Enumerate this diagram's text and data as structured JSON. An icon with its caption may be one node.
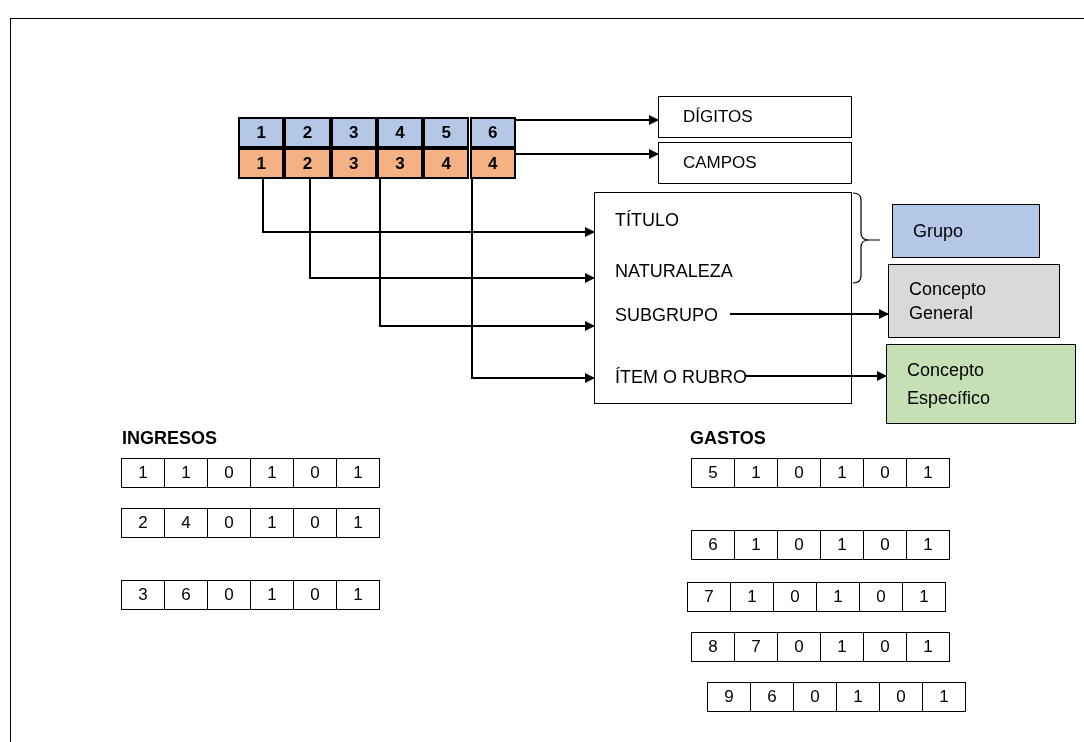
{
  "diagram": {
    "nodes": [
      {
        "text": [
          "1"
        ]
      },
      {
        "text": [
          "2"
        ]
      },
      {
        "text": [
          "3"
        ]
      },
      {
        "text": [
          "4"
        ]
      },
      {
        "text": [
          "5"
        ]
      },
      {
        "text": [
          "6"
        ]
      },
      {
        "text": [
          "1"
        ]
      },
      {
        "text": [
          "2"
        ]
      },
      {
        "text": [
          "3"
        ]
      },
      {
        "text": [
          "3"
        ]
      },
      {
        "text": [
          "4"
        ]
      },
      {
        "text": [
          "4"
        ]
      },
      {
        "text": [
          "DÍGITOS"
        ]
      },
      {
        "text": [
          "CAMPOS"
        ]
      },
      {
        "text": [],
        "shape": "box"
      },
      {
        "text": [
          "TÍTULO"
        ],
        "in": 14
      },
      {
        "text": [
          "NATURALEZA"
        ],
        "in": 14
      },
      {
        "text": [
          "SUBGRUPO"
        ],
        "in": 14
      },
      {
        "text": [
          "ÍTEM O RUBRO"
        ],
        "in": 14
      },
      {
        "text": [
          "Grupo"
        ]
      },
      {
        "text": [
          "Concepto General"
        ]
      },
      {
        "text": [
          "Concepto Específico"
        ]
      }
    ],
    "edges": [
      {
        "from": 5,
        "to": 12,
        "arrow": "to"
      },
      {
        "from": 11,
        "to": 13,
        "arrow": "to"
      },
      {
        "from": 6,
        "to": 15,
        "arrow": "to"
      },
      {
        "from": 7,
        "to": 16,
        "arrow": "to"
      },
      {
        "from": 8,
        "to": 17,
        "arrow": "to"
      },
      {
        "from": 10,
        "to": 18,
        "arrow": "to"
      },
      {
        "from": 17,
        "to": 20,
        "arrow": "to"
      },
      {
        "from": 18,
        "to": 21,
        "arrow": "to"
      }
    ],
    "labels": [
      "INGRESOS",
      "1",
      "1",
      "0",
      "1",
      "0",
      "1",
      "2",
      "4",
      "0",
      "1",
      "0",
      "1",
      "3",
      "6",
      "0",
      "1",
      "0",
      "1",
      "GASTOS",
      "5",
      "1",
      "0",
      "1",
      "0",
      "1",
      "6",
      "1",
      "0",
      "1",
      "0",
      "1",
      "7",
      "1",
      "0",
      "1",
      "0",
      "1",
      "8",
      "7",
      "0",
      "1",
      "0",
      "1",
      "9",
      "6",
      "0",
      "1",
      "0",
      "1"
    ]
  }
}
